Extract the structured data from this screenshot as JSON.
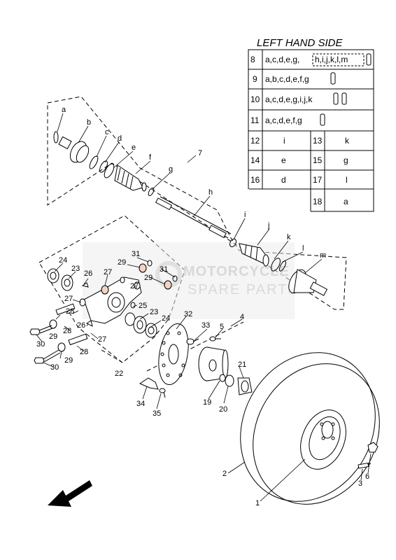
{
  "legend": {
    "title": "LEFT HAND SIDE",
    "rows": [
      {
        "num": "8",
        "parts": "a,c,d,e,g,",
        "boxed": "h,i,j,k,l,m"
      },
      {
        "num": "9",
        "parts": "a,b,c,d,e,f,g"
      },
      {
        "num": "10",
        "parts": "a,c,d,e,g,i,j,k"
      },
      {
        "num": "11",
        "parts": "a,c,d,e,f,g"
      }
    ],
    "pairs": [
      {
        "l_num": "12",
        "l_val": "i",
        "r_num": "13",
        "r_val": "k"
      },
      {
        "l_num": "14",
        "l_val": "e",
        "r_num": "15",
        "r_val": "g"
      },
      {
        "l_num": "16",
        "l_val": "d",
        "r_num": "17",
        "r_val": "l"
      }
    ],
    "last": {
      "num": "18",
      "val": "a"
    }
  },
  "watermark": {
    "line1": "MOTORCYCLE",
    "line2": "SPARE PARTS"
  },
  "labels": {
    "a": "a",
    "b": "b",
    "c": "c",
    "d": "d",
    "e": "e",
    "f": "f",
    "g": "g",
    "h": "h",
    "i": "i",
    "j": "j",
    "k": "k",
    "l": "l",
    "m": "m",
    "n1": "1",
    "n2": "2",
    "n3": "3",
    "n4": "4",
    "n5": "5",
    "n6": "6",
    "n7": "7",
    "n19": "19",
    "n20": "20",
    "n21": "21",
    "n22": "22",
    "n23a": "23",
    "n23b": "23",
    "n24a": "24",
    "n24b": "24",
    "n25": "25",
    "n26a": "26",
    "n26b": "26",
    "n27a": "27",
    "n27b": "27",
    "n27c": "27",
    "n27d": "27",
    "n28a": "28",
    "n28b": "28",
    "n29a": "29",
    "n29b": "29",
    "n29c": "29",
    "n29d": "29",
    "n30a": "30",
    "n30b": "30",
    "n31a": "31",
    "n31b": "31",
    "n32": "32",
    "n33": "33",
    "n34": "34",
    "n35": "35"
  },
  "arrow_icon": "direction-arrow-icon",
  "colors": {
    "line": "#000000",
    "watermark": "#d9d9d9"
  }
}
